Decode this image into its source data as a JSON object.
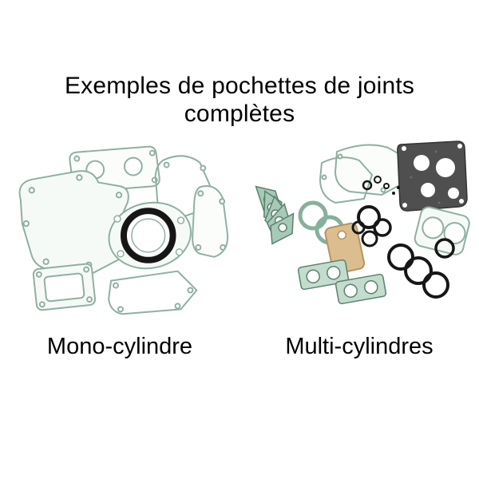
{
  "page": {
    "title_line1": "Exemples de pochettes de joints",
    "title_line2": "complètes",
    "left_label": "Mono-cylindre",
    "right_label": "Multi-cylindres"
  },
  "illustrations": {
    "left_alt": "mono-cylinder-complete-gasket-set",
    "right_alt": "multi-cylinder-complete-gasket-set"
  },
  "colors": {
    "background": "#ffffff",
    "text": "#000000",
    "gasket_outline": "#8fb0a0",
    "gasket_fill": "#f6faf7",
    "gasket_teal": "#a7c9b7",
    "gasket_green": "#c3dccd",
    "oring_black": "#161616",
    "dark_plate": "#4f4f4f",
    "tan": "#dcbd8f"
  }
}
